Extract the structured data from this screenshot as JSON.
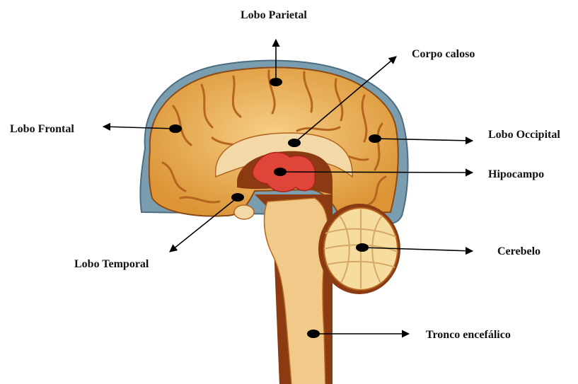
{
  "labels": {
    "parietal": "Lobo Parietal",
    "corpus_callosum": "Corpo caloso",
    "frontal": "Lobo Frontal",
    "occipital": "Lobo Occipital",
    "hippocampus": "Hipocampo",
    "cerebellum": "Cerebelo",
    "temporal": "Lobo Temporal",
    "brainstem": "Tronco encefálico"
  },
  "colors": {
    "cortex": "#e8a647",
    "cortex_light": "#f4c577",
    "sulcus": "#b5651d",
    "meninges": "#7a9db0",
    "deep_tissue": "#8b3a12",
    "limbic": "#e0453a",
    "cerebellum": "#f7dca0",
    "stem": "#f1ca8a"
  }
}
